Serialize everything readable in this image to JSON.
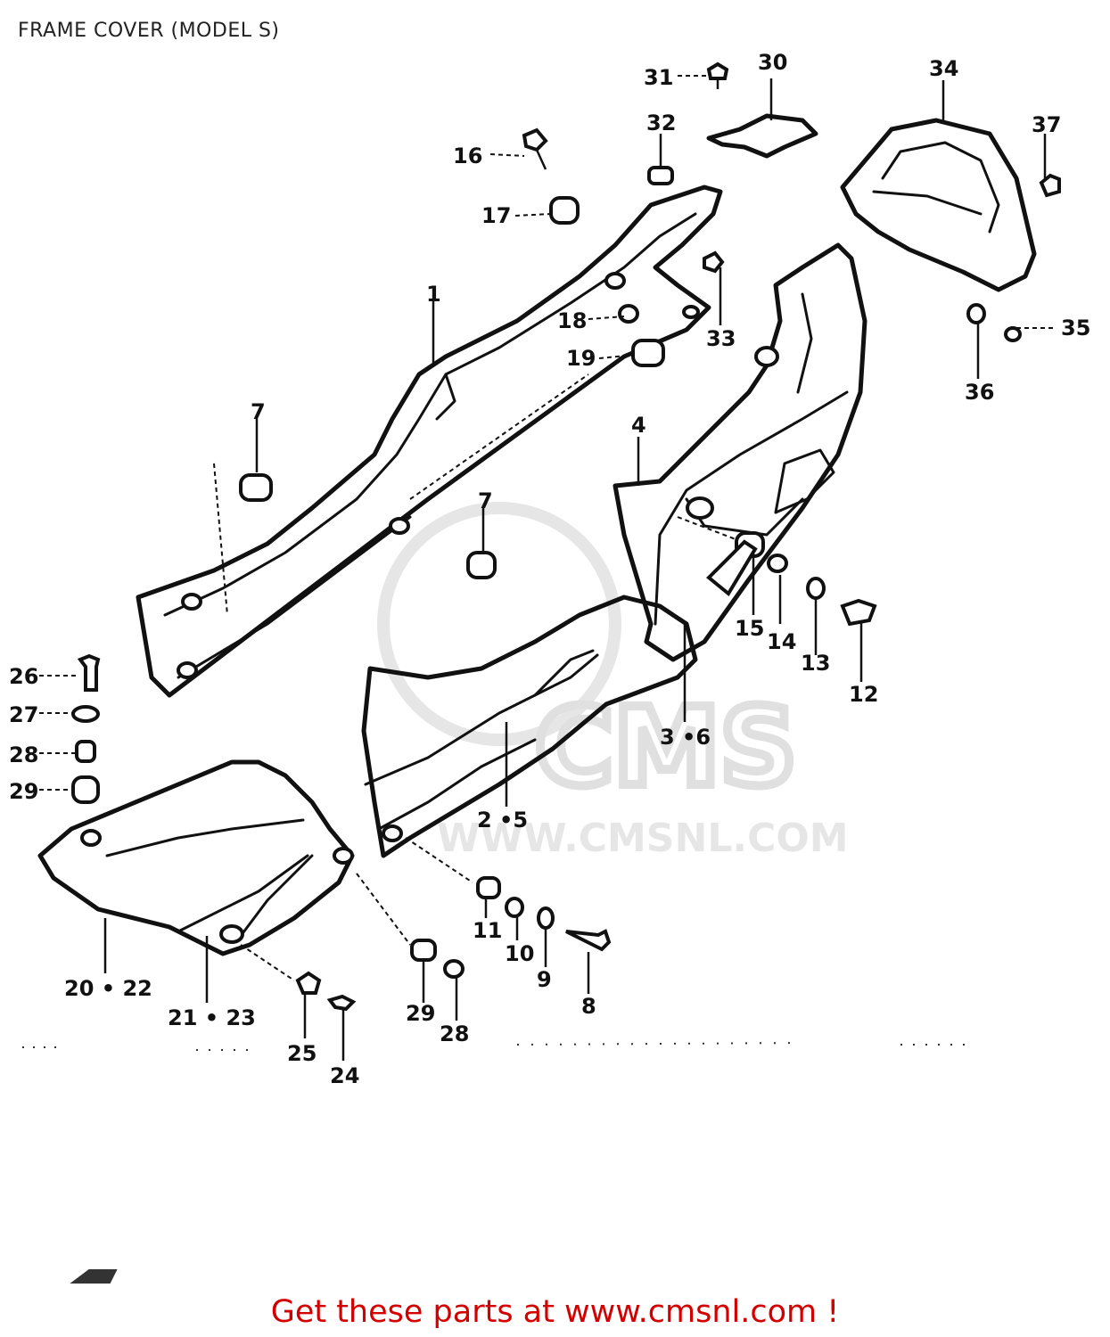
{
  "title": "FRAME COVER (MODEL S)",
  "footer": "Get these parts at www.cmsnl.com !",
  "watermark": {
    "brand": "CMS",
    "url": "WWW.CMSNL.COM"
  },
  "callouts": {
    "c1": "1",
    "c2_5": "2 •5",
    "c3_6": "3 •6",
    "c4": "4",
    "c7a": "7",
    "c7b": "7",
    "c8": "8",
    "c9": "9",
    "c10": "10",
    "c11": "11",
    "c12": "12",
    "c13": "13",
    "c14": "14",
    "c15": "15",
    "c16": "16",
    "c17": "17",
    "c18": "18",
    "c19": "19",
    "c20_22": "20 • 22",
    "c21_23": "21 • 23",
    "c24": "24",
    "c25": "25",
    "c26": "26",
    "c27": "27",
    "c28a": "28",
    "c28b": "28",
    "c29a": "29",
    "c29b": "29",
    "c30": "30",
    "c31": "31",
    "c32": "32",
    "c33": "33",
    "c34": "34",
    "c35": "35",
    "c36": "36",
    "c37": "37"
  },
  "colors": {
    "line": "#111111",
    "footer": "#d40000",
    "watermark": "#e0e0e0"
  }
}
